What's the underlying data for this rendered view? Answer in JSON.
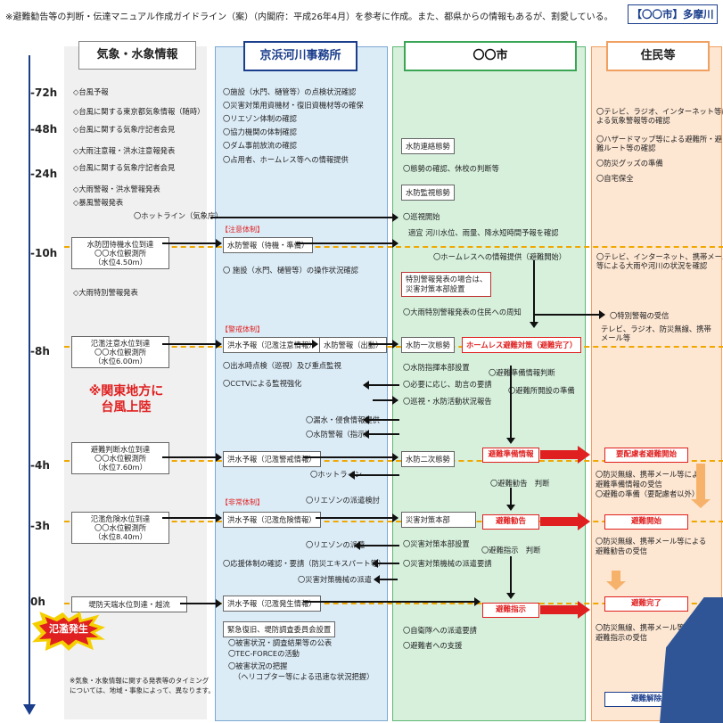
{
  "header_note": "※避難勧告等の判断・伝達マニュアル作成ガイドライン（案）（内閣府：平成26年4月）を参考に作成。また、都県からの情報もあるが、割愛している。",
  "city_tag": "【〇〇市】多摩川",
  "columns": [
    "気象・水象情報",
    "京浜河川事務所",
    "〇〇市",
    "住民等"
  ],
  "timeline": [
    "-72h",
    "-48h",
    "-24h",
    "-10h",
    "-8h",
    "-4h",
    "-3h",
    "0h"
  ],
  "weather": {
    "items_top": [
      "◇台風予報",
      "◇台風に関する東京都気象情報（随時）",
      "◇台風に関する気象庁記者会見",
      "◇大雨注意報・洪水注意報発表",
      "◇台風に関する気象庁記者会見",
      "◇大雨警報・洪水警報発表",
      "◇暴風警報発表"
    ],
    "hotline": "〇ホットライン（気象庁）",
    "box_10h": [
      "水防団待機水位到達",
      "〇〇水位観測所",
      "（水位4.50m）"
    ],
    "heavy_rain_special": "◇大雨特別警報発表",
    "box_8h": [
      "氾濫注意水位到達",
      "〇〇水位観測所",
      "（水位6.00m）"
    ],
    "typhoon_landfall": [
      "※関東地方に",
      "台風上陸"
    ],
    "box_4h": [
      "避難判断水位到達",
      "〇〇水位観測所",
      "（水位7.60m）"
    ],
    "box_3h": [
      "氾濫危険水位到達",
      "〇〇水位観測所",
      "（水位8.40m）"
    ],
    "box_0h": "堤防天端水位到達・越流",
    "note": [
      "※気象・水象情報に関する発表等のタイミング",
      "については、地域・事象によって、異なります。"
    ]
  },
  "river_office": {
    "items_top": [
      "〇施設（水門、樋管等）の点検状況確認",
      "〇災害対策用資機材・復旧資機材等の確保",
      "〇リエゾン体制の確認",
      "〇協力機関の体制確認",
      "〇ダム事前放流の確認",
      "〇占用者、ホームレス等への情報提供"
    ],
    "caution_label": "【注意体制】",
    "caution_box": "水防警報（待機・準備）",
    "gate_check": "〇 施設（水門、樋管等）の操作状況確認",
    "alert_label": "【警戒体制】",
    "flood_caution_box": "洪水予報（氾濫注意情報）",
    "flood_fight_box": "水防警報（出動）",
    "patrol": "〇出水時点検（巡視）及び重点監視",
    "cctv": "〇CCTVによる監視強化",
    "leak_info": "〇漏水・侵食情報提供",
    "flood_fight_instruct": "〇水防警報（指示）",
    "flood_warning_box": "洪水予報（氾濫警戒情報）",
    "hotline": "〇ホットライン",
    "liaison_review": "〇リエゾンの派遣検討",
    "emergency_label": "【非常体制】",
    "flood_danger_box": "洪水予報（氾濫危険情報）",
    "liaison_dispatch": "〇リエゾンの派遣",
    "support": "〇応援体制の確認・要請（防災エキスパート等）",
    "disaster_machines": "〇災害対策機械の派遣",
    "flood_occur_box": "洪水予報（氾濫発生情報）",
    "recovery_box": "緊急復旧、堤防調査委員会設置",
    "after": [
      "〇被害状況・調査結果等の公表",
      "〇TEC-FORCEの活動",
      "〇被害状況の把握",
      "（ヘリコプター等による迅速な状況把握）"
    ]
  },
  "city": {
    "contact_box": "水防連絡態勢",
    "preparedness": "〇態勢の確認、休校の判断等",
    "watch_box": "水防監視態勢",
    "patrol_start": "〇巡視開始",
    "monitoring": "適宜 河川水位、雨量、降水短時間予報を確認",
    "homeless_info": "〇ホームレスへの情報提供（避難開始）",
    "special_warning_box": [
      "特別警報発表の場合は、",
      "災害対策本部設置"
    ],
    "notify_special": "〇大雨特別警報発表の住民への周知",
    "first_box": "水防一次態勢",
    "homeless_done": "ホームレス避難対策（避難完了）",
    "hq_setup": "〇水防指揮本部設置",
    "evac_judge": "〇避難準備情報判断",
    "advice": "〇必要に応じ、助言の要請",
    "shelter_prep": "〇避難所開設の準備",
    "patrol_report": "〇巡視・水防活動状況報告",
    "second_box": "水防二次態勢",
    "evac_prep_pill": "避難準備情報",
    "evac_advisory_judge": "〇避難勧告　判断",
    "disaster_hq_box": "災害対策本部",
    "evac_advisory_pill": "避難勧告",
    "hq_setup2": "〇災害対策本部設置",
    "evac_order_judge": "〇避難指示　判断",
    "machine_request": "〇災害対策機械の派遣要請",
    "evac_order_pill": "避難指示",
    "sdf_request": "〇自衛隊への派遣要請",
    "evacuee_support": "〇避難者への支援"
  },
  "residents": {
    "items_top": [
      "〇テレビ、ラジオ、インターネット等に",
      "よる気象警報等の確認",
      "〇ハザードマップ等による避難所・避",
      "難ルート等の確認",
      "〇防災グッズの準備",
      "〇自宅保全"
    ],
    "check_10h": [
      "〇テレビ、インターネット、携帯メール",
      "等による大雨や河川の状況を確認"
    ],
    "special_receive": "〇特別警報の受信",
    "media_8h": [
      "テレビ、ラジオ、防災無線、携帯",
      "メール等"
    ],
    "vulnerable_pill": "要配慮者避難開始",
    "prep_receive": [
      "〇防災無線、携帯メール等による",
      "避難準備情報の受信",
      "〇避難の準備（要配慮者以外）"
    ],
    "evac_start_pill": "避難開始",
    "advisory_receive": [
      "〇防災無線、携帯メール等による",
      "避難勧告の受信"
    ],
    "evac_done_pill": "避難完了",
    "order_receive": [
      "〇防災無線、携帯メール等によ",
      "避難指示の受信"
    ],
    "evac_cancel_pill": "避難解除"
  },
  "flood_burst": "氾濫発生"
}
